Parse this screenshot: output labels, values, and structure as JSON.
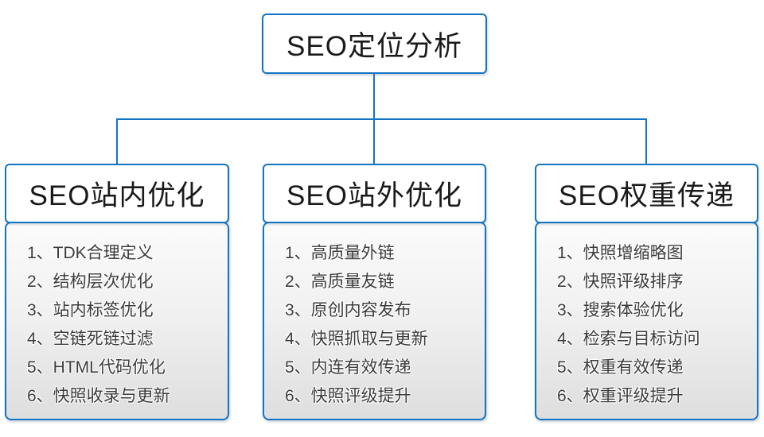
{
  "colors": {
    "accent": "#1274c5",
    "header_text": "#1a1a1a",
    "list_text": "#3c3c3c",
    "list_bg_top": "#fbfbfb",
    "list_bg_bottom": "#dedede"
  },
  "root": {
    "title": "SEO定位分析"
  },
  "columns": [
    {
      "title": "SEO站内优化",
      "items": [
        "1、TDK合理定义",
        "2、结构层次优化",
        "3、站内标签优化",
        "4、空链死链过滤",
        "5、HTML代码优化",
        "6、快照收录与更新"
      ]
    },
    {
      "title": "SEO站外优化",
      "items": [
        "1、高质量外链",
        "2、高质量友链",
        "3、原创内容发布",
        "4、快照抓取与更新",
        "5、内连有效传递",
        "6、快照评级提升"
      ]
    },
    {
      "title": "SEO权重传递",
      "items": [
        "1、快照增缩略图",
        "2、快照评级排序",
        "3、搜索体验优化",
        "4、检索与目标访问",
        "5、权重有效传递",
        "6、权重评级提升"
      ]
    }
  ]
}
